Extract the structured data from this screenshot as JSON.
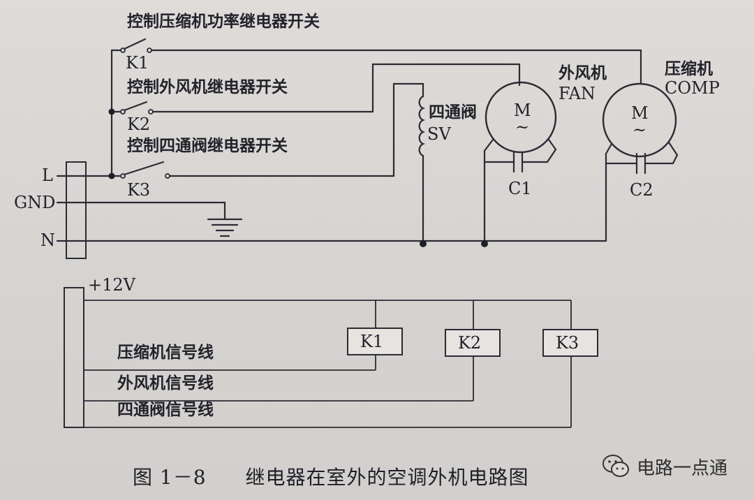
{
  "labels": {
    "k1_switch": "控制压缩机功率继电器开关",
    "k2_switch": "控制外风机继电器开关",
    "k3_switch": "控制四通阀继电器开关",
    "k1": "K1",
    "k2": "K2",
    "k3": "K3",
    "terminal_l": "L",
    "terminal_gnd": "GND",
    "terminal_n": "N",
    "valve_zh": "四通阀",
    "valve_en": "SV",
    "fan_zh": "外风机",
    "fan_en": "FAN",
    "comp_zh": "压缩机",
    "comp_en": "COMP",
    "motor_m": "M",
    "motor_tilde": "~",
    "cap_c1": "C1",
    "cap_c2": "C2",
    "plus12v": "+12V",
    "sig_comp": "压缩机信号线",
    "sig_fan": "外风机信号线",
    "sig_valve": "四通阀信号线",
    "relay_k1": "K1",
    "relay_k2": "K2",
    "relay_k3": "K3"
  },
  "caption": {
    "figure_number": "图 1－8",
    "title": "继电器在室外的空调外机电路图"
  },
  "watermark": {
    "text": "电路一点通",
    "icon": "wechat-icon"
  }
}
